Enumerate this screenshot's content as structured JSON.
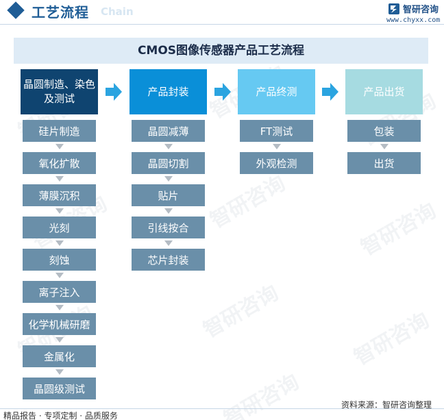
{
  "header": {
    "title": "工艺流程",
    "subtitle": "Chain",
    "brand": "智研咨询",
    "url": "www.chyxx.com"
  },
  "diagram": {
    "title": "CMOS图像传感器产品工艺流程",
    "stages": [
      {
        "label": "晶圆制造、染色及测试",
        "color": "#0f4470",
        "steps": [
          "硅片制造",
          "氧化扩散",
          "薄膜沉积",
          "光刻",
          "刻蚀",
          "离子注入",
          "化学机械研磨",
          "金属化",
          "晶圆级测试"
        ]
      },
      {
        "label": "产品封装",
        "color": "#0a8fd8",
        "steps": [
          "晶圆减薄",
          "晶圆切割",
          "贴片",
          "引线按合",
          "芯片封装"
        ]
      },
      {
        "label": "产品终测",
        "color": "#66c9f2",
        "steps": [
          "FT测试",
          "外观检测"
        ]
      },
      {
        "label": "产品出货",
        "color": "#a6dbe1",
        "steps": [
          "包装",
          "出货"
        ]
      }
    ],
    "step_color": "#6a8fa9",
    "arrow_color": "#2ba4e0"
  },
  "footer": {
    "left": "精品报告 · 专项定制 · 品质服务",
    "source": "资料来源：智研咨询整理"
  },
  "watermark": "智研咨询"
}
